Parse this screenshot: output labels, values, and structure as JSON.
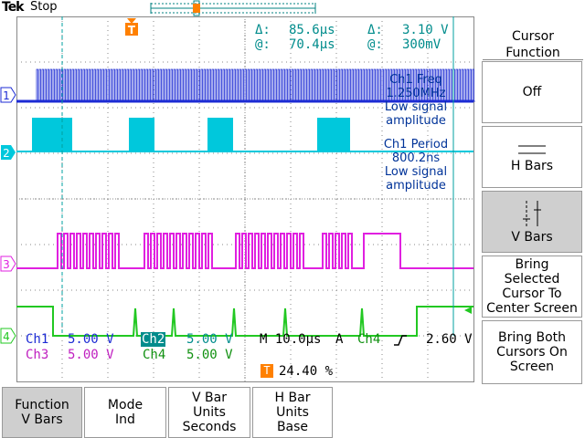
{
  "topbar": {
    "brand": "Tek",
    "status": "Stop"
  },
  "cursor_readout": {
    "delta_symbol": "Δ:",
    "at_symbol": "@:",
    "time_delta": "85.6µs",
    "time_at": "70.4µs",
    "volt_delta": "3.10 V",
    "volt_at": "300mV"
  },
  "measurements": [
    {
      "title": "Ch1 Freq",
      "value": "1.250MHz",
      "note1": "Low signal",
      "note2": "amplitude"
    },
    {
      "title": "Ch1 Period",
      "value": "800.2ns",
      "note1": "Low signal",
      "note2": "amplitude"
    }
  ],
  "channels": [
    {
      "num": "1",
      "color": "#1c2bd4"
    },
    {
      "num": "2",
      "color": "#00c8dc"
    },
    {
      "num": "3",
      "color": "#e020e0"
    },
    {
      "num": "4",
      "color": "#22c822"
    }
  ],
  "scale_info": {
    "ch1": "Ch1",
    "ch1_val": "5.00 V",
    "ch2": "Ch2",
    "ch2_val": "5.00 V",
    "ch3": "Ch3",
    "ch3_val": "5.00 V",
    "ch4": "Ch4",
    "ch4_val": "5.00 V",
    "timebase": "M 10.0µs",
    "mode": "A",
    "trig_src": "Ch4",
    "trig_level": "2.60 V",
    "trig_marker": "T",
    "trig_pos": "24.40 %"
  },
  "side_menu": {
    "title_line1": "Cursor",
    "title_line2": "Function",
    "off": "Off",
    "hbars": "H Bars",
    "vbars": "V Bars",
    "bring_selected_1": "Bring",
    "bring_selected_2": "Selected",
    "bring_selected_3": "Cursor To",
    "bring_selected_4": "Center Screen",
    "bring_both_1": "Bring Both",
    "bring_both_2": "Cursors On",
    "bring_both_3": "Screen"
  },
  "bottom_menu": [
    {
      "l1": "Function",
      "l2": "V Bars"
    },
    {
      "l1": "Mode",
      "l2": "Ind"
    },
    {
      "l1": "V Bar",
      "l2": "Units",
      "l3": "Seconds"
    },
    {
      "l1": "H Bar",
      "l2": "Units",
      "l3": "Base"
    }
  ],
  "colors": {
    "ch1": "#1c2bd4",
    "ch2": "#00c8dc",
    "ch3": "#e020e0",
    "ch4": "#22c822",
    "cursor": "#00a0a0",
    "trigger": "#ff8000",
    "annot": "#003399"
  }
}
